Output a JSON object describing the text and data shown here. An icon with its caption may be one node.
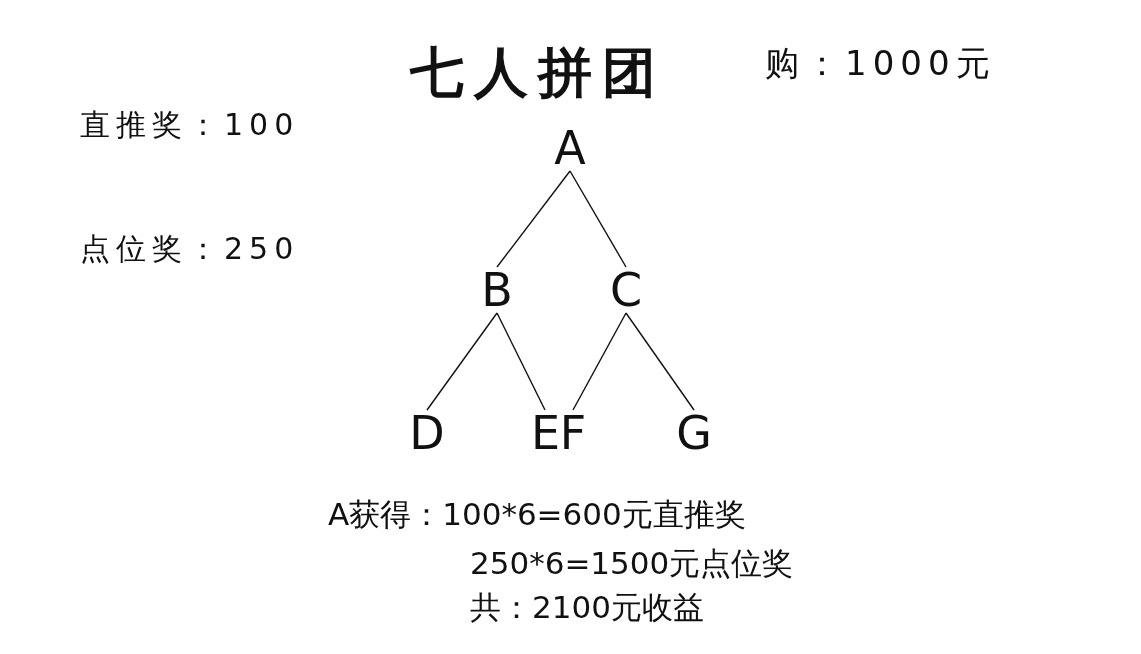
{
  "diagram": {
    "title": "七人拼团",
    "nodes": [
      {
        "text": [
          "A"
        ]
      },
      {
        "text": [
          "B"
        ]
      },
      {
        "text": [
          "C"
        ]
      },
      {
        "text": [
          "D"
        ]
      },
      {
        "text": [
          "E"
        ]
      },
      {
        "text": [
          "F"
        ]
      },
      {
        "text": [
          "G"
        ]
      }
    ],
    "edges": [
      {
        "from": 0,
        "to": 1,
        "arrow": "none"
      },
      {
        "from": 0,
        "to": 2,
        "arrow": "none"
      },
      {
        "from": 1,
        "to": 3,
        "arrow": "none"
      },
      {
        "from": 1,
        "to": 4,
        "arrow": "none"
      },
      {
        "from": 2,
        "to": 5,
        "arrow": "none"
      },
      {
        "from": 2,
        "to": 6,
        "arrow": "none"
      }
    ],
    "labels": [
      "购：1000元",
      "直推奖：100",
      "点位奖：250",
      "A获得：100*6=600元直推奖",
      "250*6=1500元点位奖",
      "共：2100元收益"
    ]
  }
}
